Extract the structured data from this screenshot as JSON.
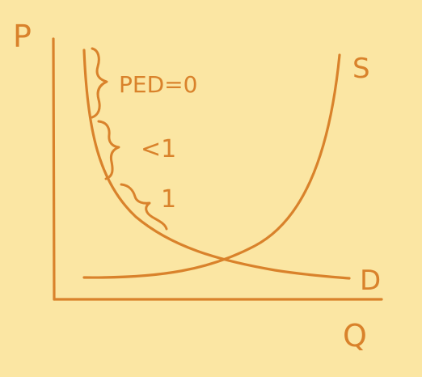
{
  "colors": {
    "background": "#fbe6a3",
    "ink": "#d9822b"
  },
  "axes": {
    "y_label": "P",
    "x_label": "Q"
  },
  "curves": {
    "supply_label": "S",
    "demand_label": "D"
  },
  "annotations": {
    "ped_zero": "PED=0",
    "ped_less_than_one": "<1",
    "ped_one": "1"
  }
}
